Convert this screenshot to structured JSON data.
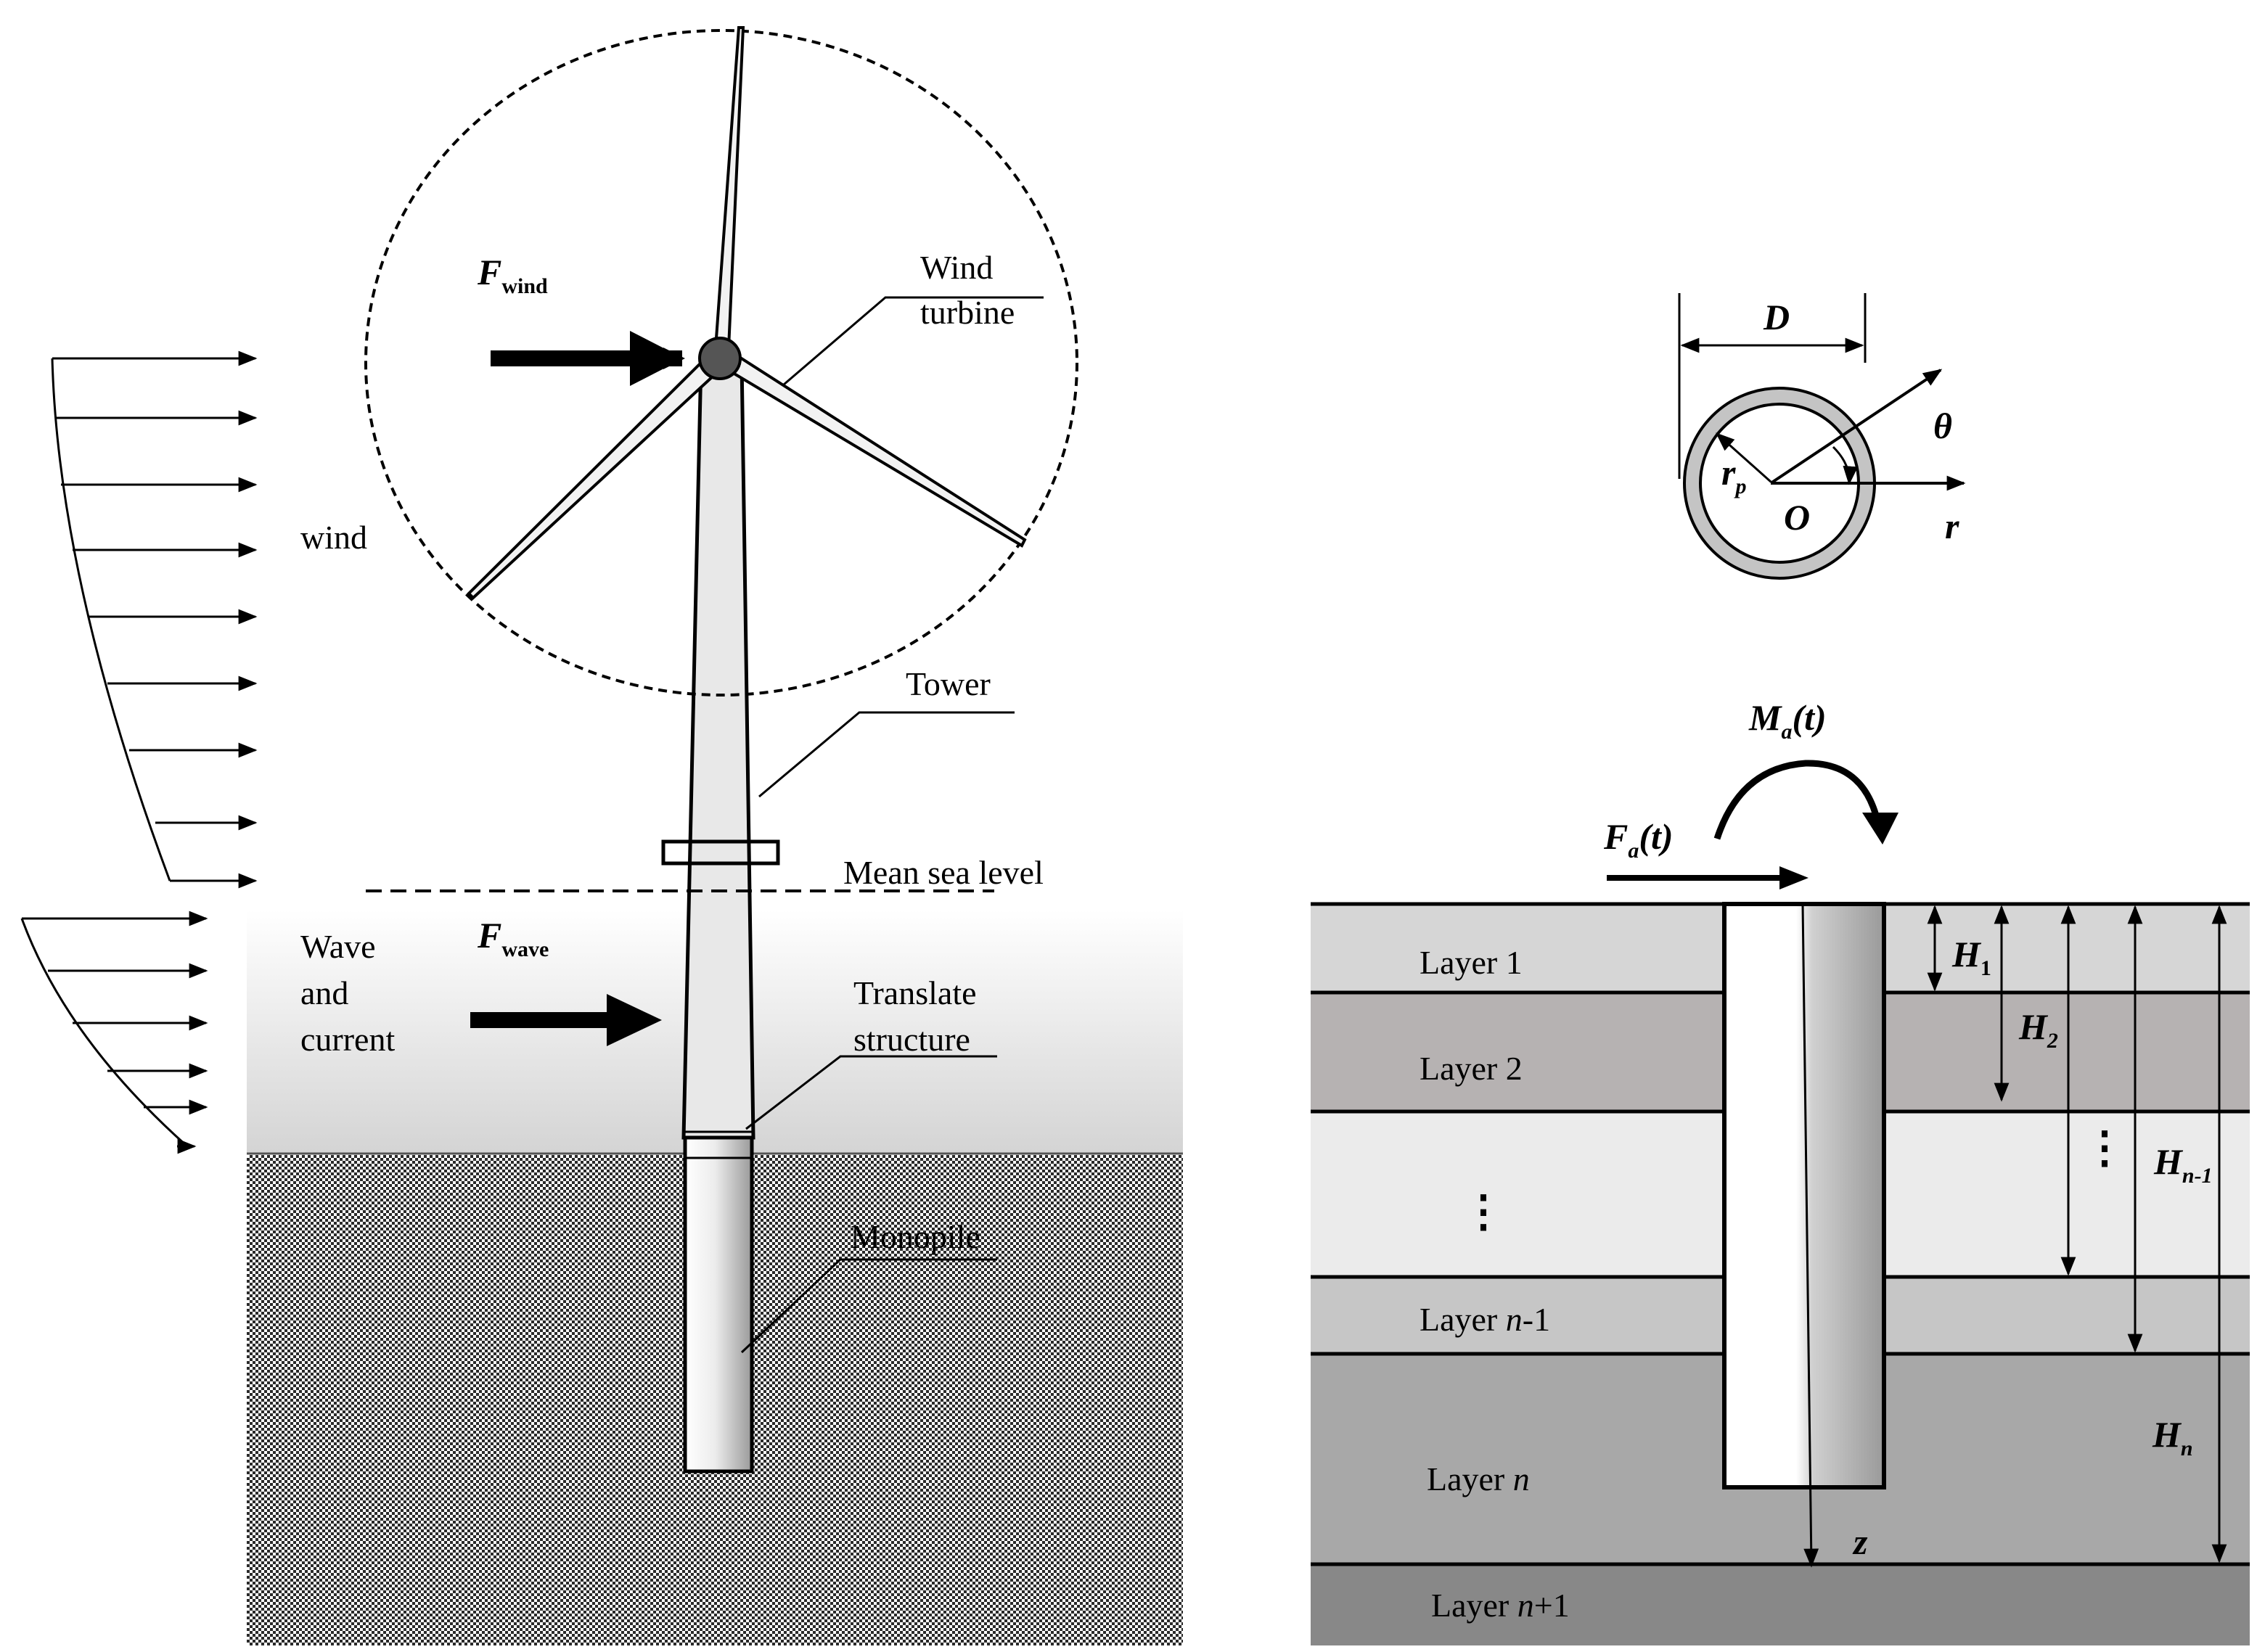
{
  "left_panel": {
    "wind_force_symbol": "F",
    "wind_force_subscript": "wind",
    "wave_force_symbol": "F",
    "wave_force_subscript": "wave",
    "wind_label": "wind",
    "wave_label_lines": [
      "Wave",
      "and",
      "current"
    ],
    "wind_turbine_label_lines": [
      "Wind",
      "turbine"
    ],
    "tower_label": "Tower",
    "mean_sea_level_label": "Mean sea level",
    "translate_structure_label_lines": [
      "Translate",
      "structure"
    ],
    "monopile_label": "Monopile"
  },
  "cross_section": {
    "diameter_label": "D",
    "theta_label": "θ",
    "radius_symbol": "r",
    "radius_subscript": "p",
    "origin_label": "O",
    "r_axis_label": "r"
  },
  "soil_profile": {
    "moment_symbol": "M",
    "moment_subscript": "a",
    "moment_argument": "(t)",
    "force_symbol": "F",
    "force_subscript": "a",
    "force_argument": "(t)",
    "layers": [
      {
        "prefix": "Layer ",
        "italic": "",
        "suffix": "1",
        "color": "#d6d6d6"
      },
      {
        "prefix": "Layer ",
        "italic": "",
        "suffix": "2",
        "color": "#b6b2b2"
      },
      {
        "prefix": "",
        "italic": "",
        "suffix": "",
        "color": "#ebebeb"
      },
      {
        "prefix": "Layer ",
        "italic": "n",
        "suffix": "-1",
        "color": "#c6c6c6"
      },
      {
        "prefix": "Layer ",
        "italic": "n",
        "suffix": "",
        "color": "#a8a8a8"
      },
      {
        "prefix": "Layer ",
        "italic": "n",
        "suffix": "+1",
        "color": "#888888"
      }
    ],
    "depth_labels": [
      {
        "symbol": "H",
        "subscript": "1"
      },
      {
        "symbol": "H",
        "subscript": "2"
      },
      {
        "symbol": "H",
        "subscript": "n-1"
      },
      {
        "symbol": "H",
        "subscript": "n"
      }
    ],
    "z_axis_label": "z",
    "ellipsis": "⋮"
  }
}
